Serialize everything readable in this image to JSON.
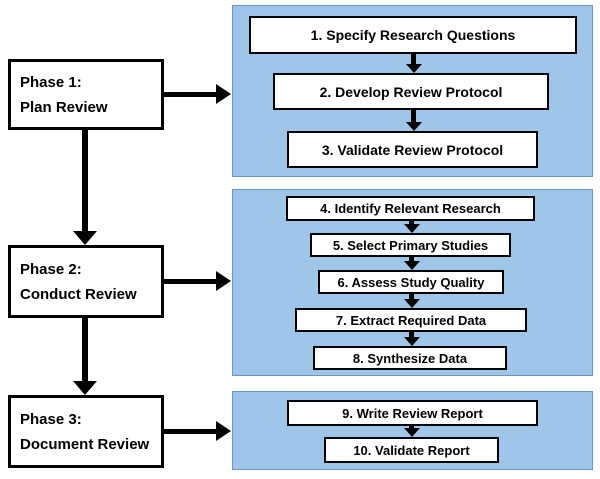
{
  "phases": [
    {
      "line1": "Phase 1:",
      "line2": "Plan Review"
    },
    {
      "line1": "Phase 2:",
      "line2": "Conduct Review"
    },
    {
      "line1": "Phase 3:",
      "line2": "Document Review"
    }
  ],
  "panels": [
    {
      "steps": [
        "1. Specify Research Questions",
        "2. Develop Review Protocol",
        "3. Validate Review Protocol"
      ]
    },
    {
      "steps": [
        "4. Identify Relevant Research",
        "5. Select Primary Studies",
        "6. Assess Study Quality",
        "7. Extract Required Data",
        "8. Synthesize Data"
      ]
    },
    {
      "steps": [
        "9. Write Review Report",
        "10. Validate Report"
      ]
    }
  ],
  "colors": {
    "panel_fill": "#9FC5E8",
    "panel_border": "#6B96C1",
    "box_fill": "#FFFFFF",
    "box_border": "#000000",
    "arrow": "#000000",
    "canvas": "#FFFFFF"
  }
}
